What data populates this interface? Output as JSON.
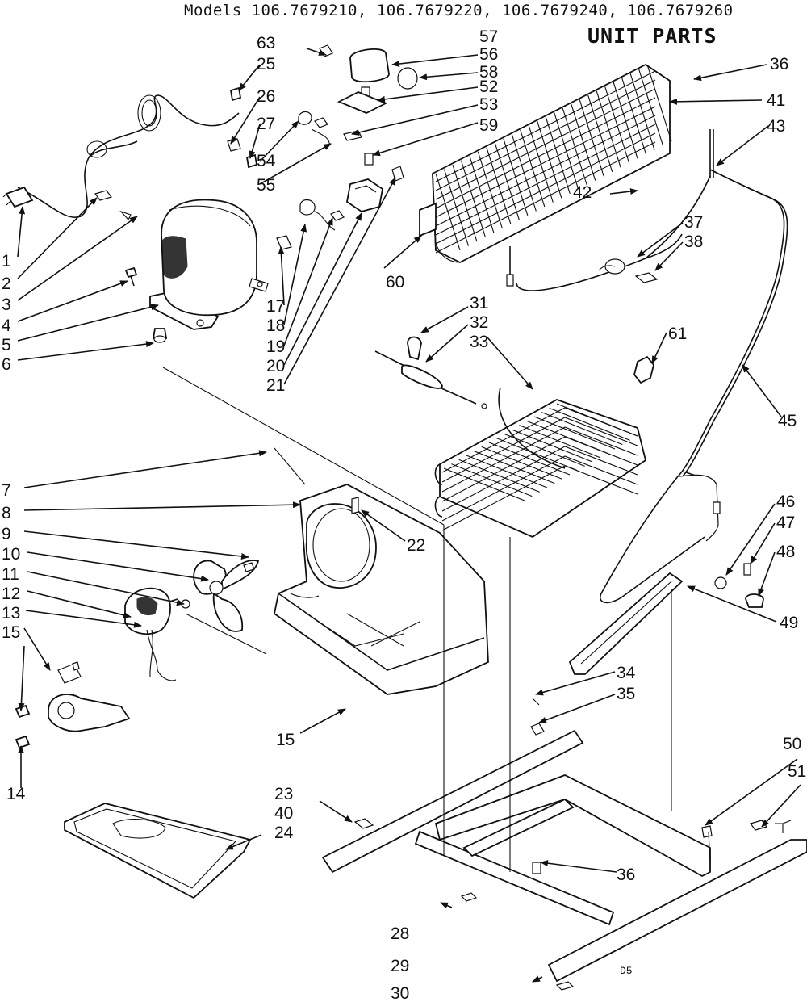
{
  "header": {
    "models_line": "Models 106.7679210, 106.7679220, 106.7679240, 106.7679260",
    "title": "UNIT PARTS"
  },
  "stamp": "D5",
  "callouts": [
    "1",
    "2",
    "3",
    "4",
    "5",
    "6",
    "7",
    "8",
    "9",
    "10",
    "11",
    "12",
    "13",
    "15",
    "14",
    "15",
    "17",
    "18",
    "19",
    "20",
    "21",
    "22",
    "23",
    "40",
    "24",
    "25",
    "26",
    "27",
    "54",
    "55",
    "28",
    "29",
    "30",
    "31",
    "32",
    "33",
    "34",
    "35",
    "36",
    "36",
    "37",
    "38",
    "41",
    "42",
    "43",
    "45",
    "46",
    "47",
    "48",
    "49",
    "50",
    "51",
    "52",
    "53",
    "56",
    "57",
    "58",
    "59",
    "60",
    "61",
    "63"
  ]
}
